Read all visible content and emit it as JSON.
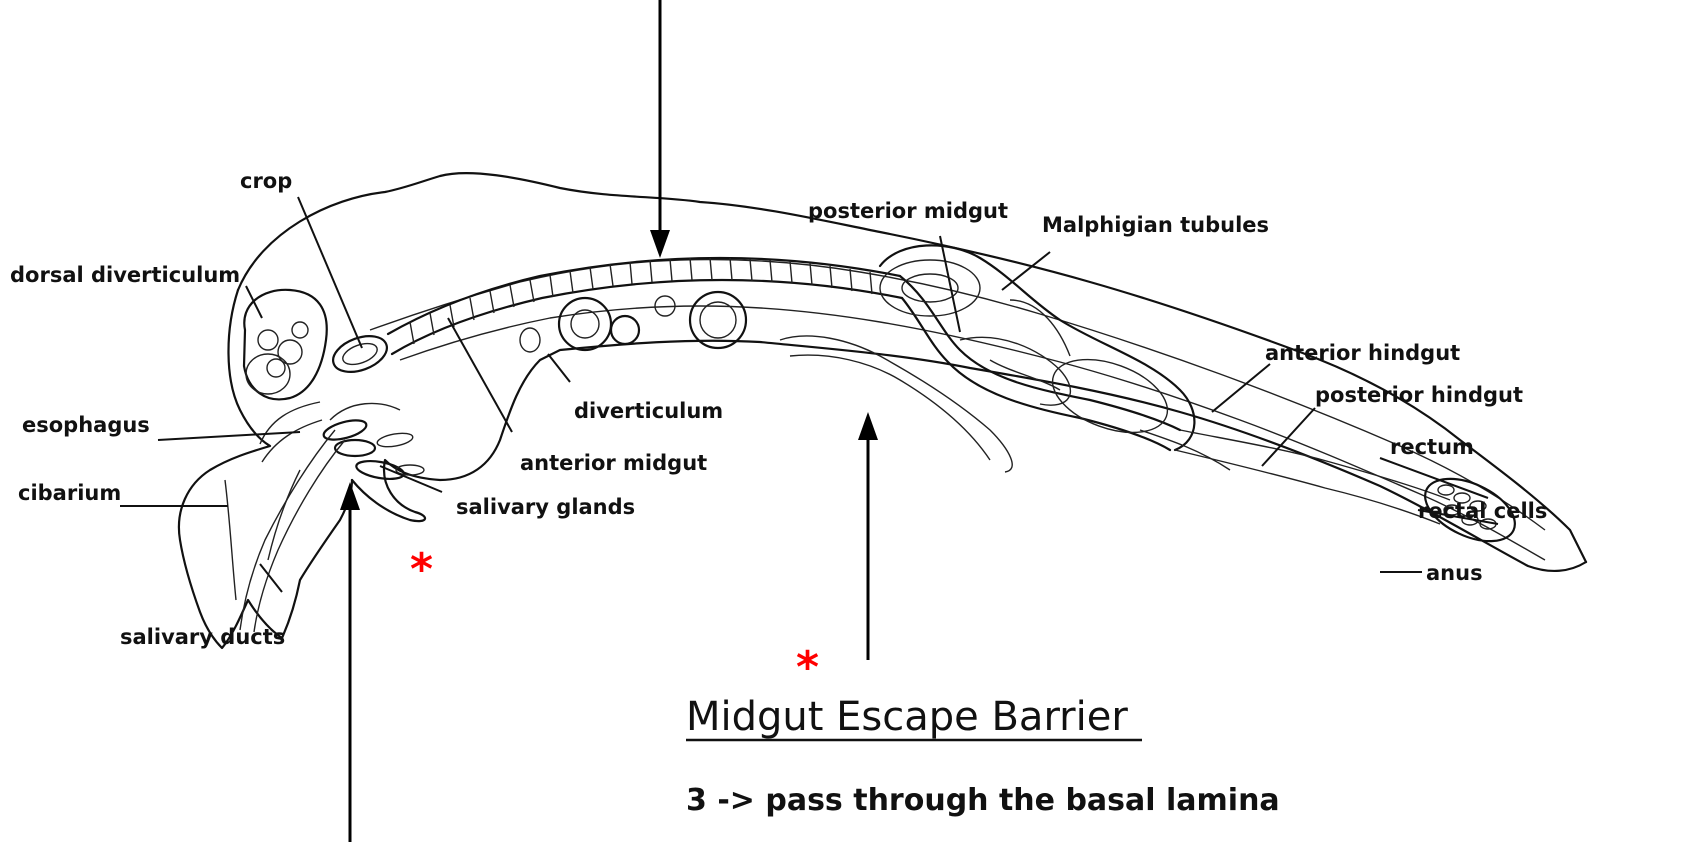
{
  "labels": {
    "crop": "crop",
    "dorsal_diverticulum": "dorsal diverticulum",
    "esophagus": "esophagus",
    "cibarium": "cibarium",
    "salivary_ducts": "salivary ducts",
    "posterior_midgut": "posterior midgut",
    "malpighian_tubules": "Malphigian tubules",
    "diverticulum": "diverticulum",
    "anterior_midgut": "anterior midgut",
    "salivary_glands": "salivary glands",
    "anterior_hindgut": "anterior hindgut",
    "posterior_hindgut": "posterior hindgut",
    "rectum": "rectum",
    "rectal_cells": "rectal cells",
    "anus": "anus"
  },
  "barrier": {
    "title": "Midgut Escape Barrier",
    "subtitle": "3 -> pass through the basal lamina"
  },
  "markers": {
    "asterisk": "*"
  },
  "colors": {
    "asterisk": "#ff0000",
    "ink": "#111111",
    "background": "#ffffff"
  }
}
